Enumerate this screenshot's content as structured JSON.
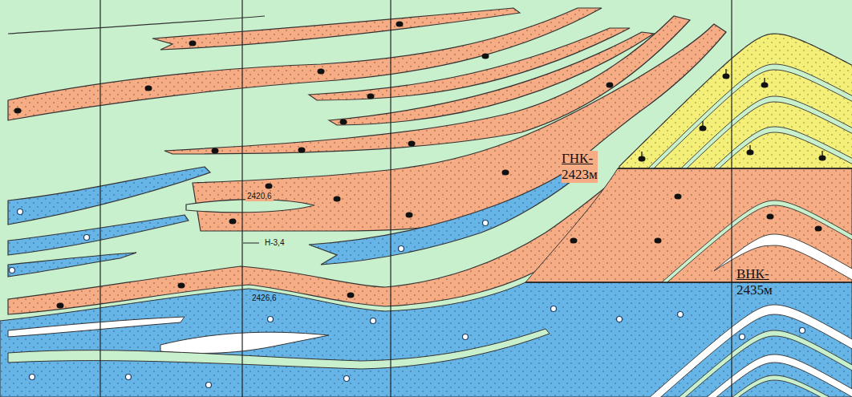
{
  "diagram": {
    "labels": [
      "ГНК- 2423м",
      "ВНК- 2435м",
      "2420,6",
      "Н-3,4",
      "2426,6"
    ]
  }
}
